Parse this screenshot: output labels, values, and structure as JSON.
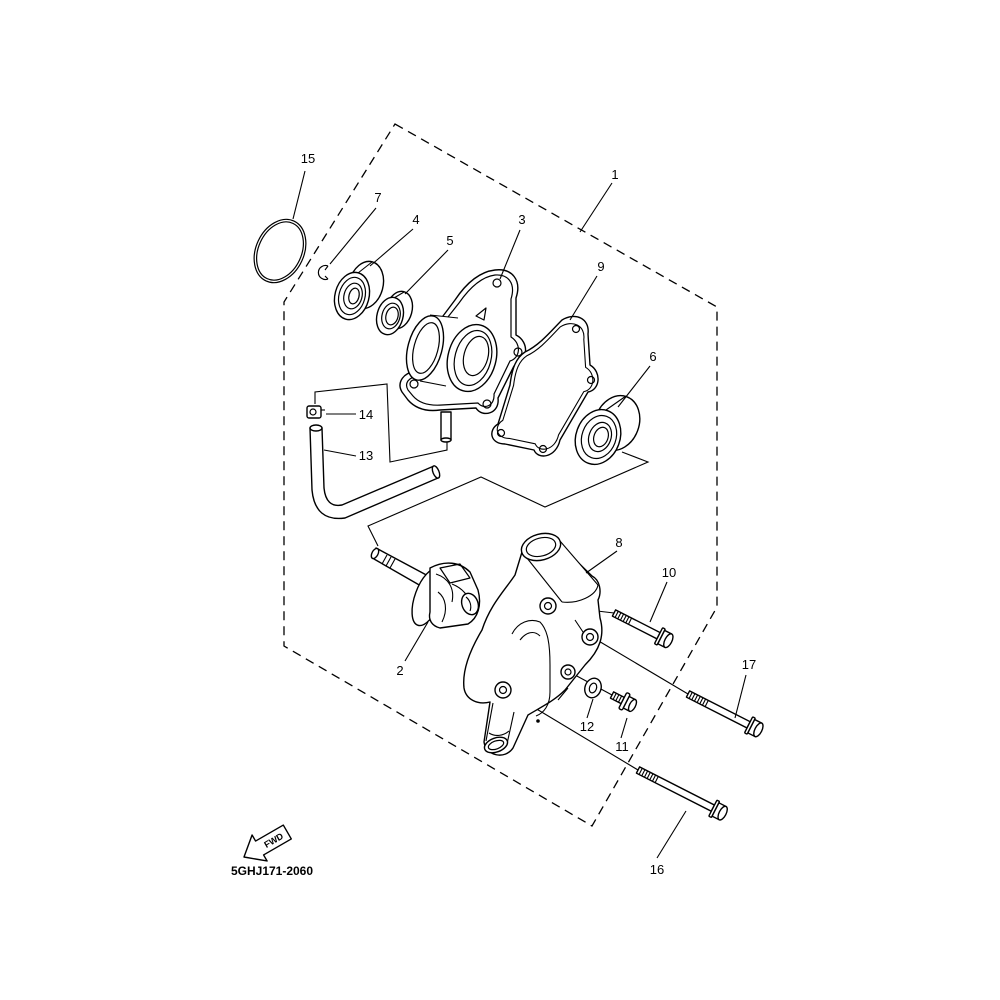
{
  "diagram": {
    "callouts": [
      "1",
      "2",
      "3",
      "4",
      "5",
      "6",
      "7",
      "8",
      "9",
      "10",
      "11",
      "12",
      "13",
      "14",
      "15",
      "16",
      "17"
    ],
    "fwd_label": "FWD",
    "part_code": "5GHJ171-2060"
  }
}
